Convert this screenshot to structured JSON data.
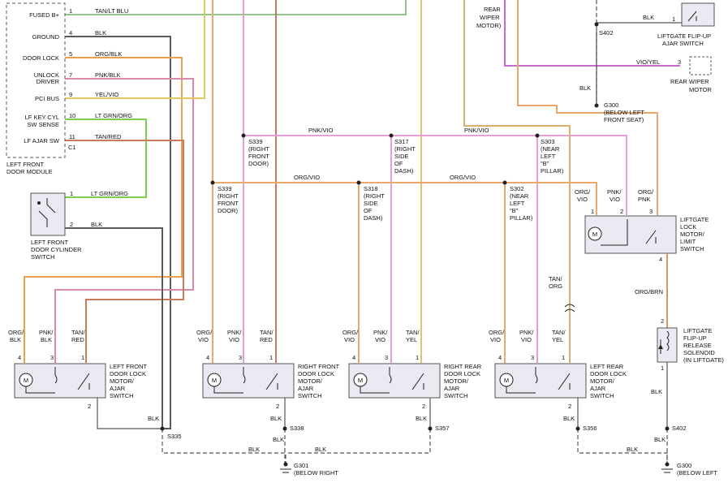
{
  "colors": {
    "tan_lt_blu": "#8fc48f",
    "blk": "#5a5a5a",
    "org_blk": "#e8a14a",
    "pnk_blk": "#d98aa6",
    "yel_vio": "#e2c860",
    "lt_grn_org": "#7ccf4a",
    "tan_red": "#c97a5a",
    "pnk_vio": "#e59ed6",
    "org_vio": "#eaa86a",
    "tan_yel": "#d9c673",
    "vio_yel": "#c56ccd",
    "org_pnk": "#e8a86a",
    "org_brn": "#d89a5a",
    "tan_org": "#d9b070"
  },
  "module": {
    "title": [
      "LEFT FRONT",
      "DOOR MODULE"
    ],
    "pins": [
      {
        "label": "FUSED B+",
        "num": "1",
        "wire": "TAN/LT BLU"
      },
      {
        "label": "GROUND",
        "num": "4",
        "wire": "BLK"
      },
      {
        "label": "DOOR LOCK",
        "num": "5",
        "wire": "ORG/BLK"
      },
      {
        "label": "UNLOCK",
        "label2": "DRIVER",
        "num": "7",
        "wire": "PNK/BLK"
      },
      {
        "label": "PCI BUS",
        "num": "9",
        "wire": "YEL/VIO"
      },
      {
        "label": "LF KEY CYL",
        "label2": "SW SENSE",
        "num": "10",
        "wire": "LT GRN/ORG"
      },
      {
        "label": "LF AJAR SW",
        "num": "11",
        "num2": "C1",
        "wire": "TAN/RED"
      }
    ]
  },
  "cylinder_switch": {
    "title": [
      "LEFT FRONT",
      "DOOR CYLINDER",
      "SWITCH"
    ],
    "pin1": "1",
    "wire1": "LT GRN/ORG",
    "pin2": "2",
    "wire2": "BLK"
  },
  "top_right": {
    "wiper_motor": [
      "REAR",
      "WIPER",
      "MOTOR)"
    ],
    "s402": "S402",
    "blk": "BLK",
    "liftgate_switch": [
      "LIFTGATE FLIP-UP",
      "AJAR SWITCH"
    ],
    "liftgate_switch_pin": "1",
    "vio_yel": "VIO/YEL",
    "rear_wiper_pin": "3",
    "rear_wiper_motor": [
      "REAR WIPER",
      "MOTOR"
    ],
    "blk2": "BLK",
    "g300": [
      "G300",
      "(BELOW LEFT",
      "FRONT SEAT)"
    ]
  },
  "splices_pnk": {
    "wire": "PNK/VIO",
    "wire2": "PNK/VIO",
    "s339": [
      "S339",
      "(RIGHT",
      "FRONT",
      "DOOR)"
    ],
    "s317": [
      "S317",
      "(RIGHT",
      "SIDE",
      "OF",
      "DASH)"
    ],
    "s303": [
      "S303",
      "(NEAR",
      "LEFT",
      "\"B\"",
      "PILLAR)"
    ]
  },
  "splices_org": {
    "wire": "ORG/VIO",
    "wire2": "ORG/VIO",
    "s339": [
      "S339",
      "(RIGHT",
      "FRONT",
      "DOOR)"
    ],
    "s318": [
      "S318",
      "(RIGHT",
      "SIDE",
      "OF",
      "DASH)"
    ],
    "s302": [
      "S302",
      "(NEAR",
      "LEFT",
      "\"B\"",
      "PILLAR)"
    ]
  },
  "liftgate_motor": {
    "title": [
      "LIFTGATE",
      "LOCK",
      "MOTOR/",
      "LIMIT",
      "SWITCH"
    ],
    "w1": [
      "ORG/",
      "VIO"
    ],
    "w2": [
      "PNK/",
      "VIO"
    ],
    "w3": [
      "ORG/",
      "PNK"
    ],
    "p1": "1",
    "p2": "2",
    "p3": "3",
    "p4": "4",
    "w4": "ORG/BRN"
  },
  "tan_org": [
    "TAN/",
    "ORG"
  ],
  "solenoid": {
    "title": [
      "LIFTGATE",
      "FLIP-UP",
      "RELEASE",
      "SOLENOID",
      "(IN LIFTGATE)"
    ],
    "p2": "2",
    "p1": "1",
    "wire": "BLK",
    "s402": "S402",
    "blk": "BLK",
    "g300": [
      "G300",
      "(BELOW LEFT"
    ]
  },
  "motors": [
    {
      "title": [
        "LEFT FRONT",
        "DOOR LOCK",
        "MOTOR/",
        "AJAR",
        "SWITCH"
      ],
      "w1": [
        "ORG/",
        "BLK"
      ],
      "w2": [
        "PNK/",
        "BLK"
      ],
      "w3": [
        "TAN/",
        "RED"
      ],
      "p1": "4",
      "p2": "3",
      "p3": "1",
      "p4": "2",
      "gw": "BLK",
      "splice": "S335"
    },
    {
      "title": [
        "RIGHT FRONT",
        "DOOR LOCK",
        "MOTOR/",
        "AJAR",
        "SWITCH"
      ],
      "w1": [
        "ORG/",
        "VIO"
      ],
      "w2": [
        "PNK/",
        "VIO"
      ],
      "w3": [
        "TAN/",
        "RED"
      ],
      "p1": "4",
      "p2": "3",
      "p3": "1",
      "p4": "2",
      "gw": "BLK",
      "splice": "S338"
    },
    {
      "title": [
        "RIGHT REAR",
        "DOOR LOCK",
        "MOTOR/",
        "AJAR",
        "SWITCH"
      ],
      "w1": [
        "ORG/",
        "VIO"
      ],
      "w2": [
        "PNK/",
        "VIO"
      ],
      "w3": [
        "TAN/",
        "YEL"
      ],
      "p1": "4",
      "p2": "3",
      "p3": "1",
      "p4": "2",
      "gw": "BLK",
      "splice": "S357"
    },
    {
      "title": [
        "LEFT REAR",
        "DOOR LOCK",
        "MOTOR/",
        "AJAR",
        "SWITCH"
      ],
      "w1": [
        "ORG/",
        "VIO"
      ],
      "w2": [
        "PNK/",
        "VIO"
      ],
      "w3": [
        "TAN/",
        "YEL"
      ],
      "p1": "4",
      "p2": "3",
      "p3": "1",
      "p4": "2",
      "gw": "BLK",
      "splice": "S356"
    }
  ],
  "bottom": {
    "blk_labels": [
      "BLK",
      "BLK",
      "BLK",
      "BLK"
    ],
    "g301": [
      "G301",
      "(BELOW RIGHT"
    ]
  }
}
